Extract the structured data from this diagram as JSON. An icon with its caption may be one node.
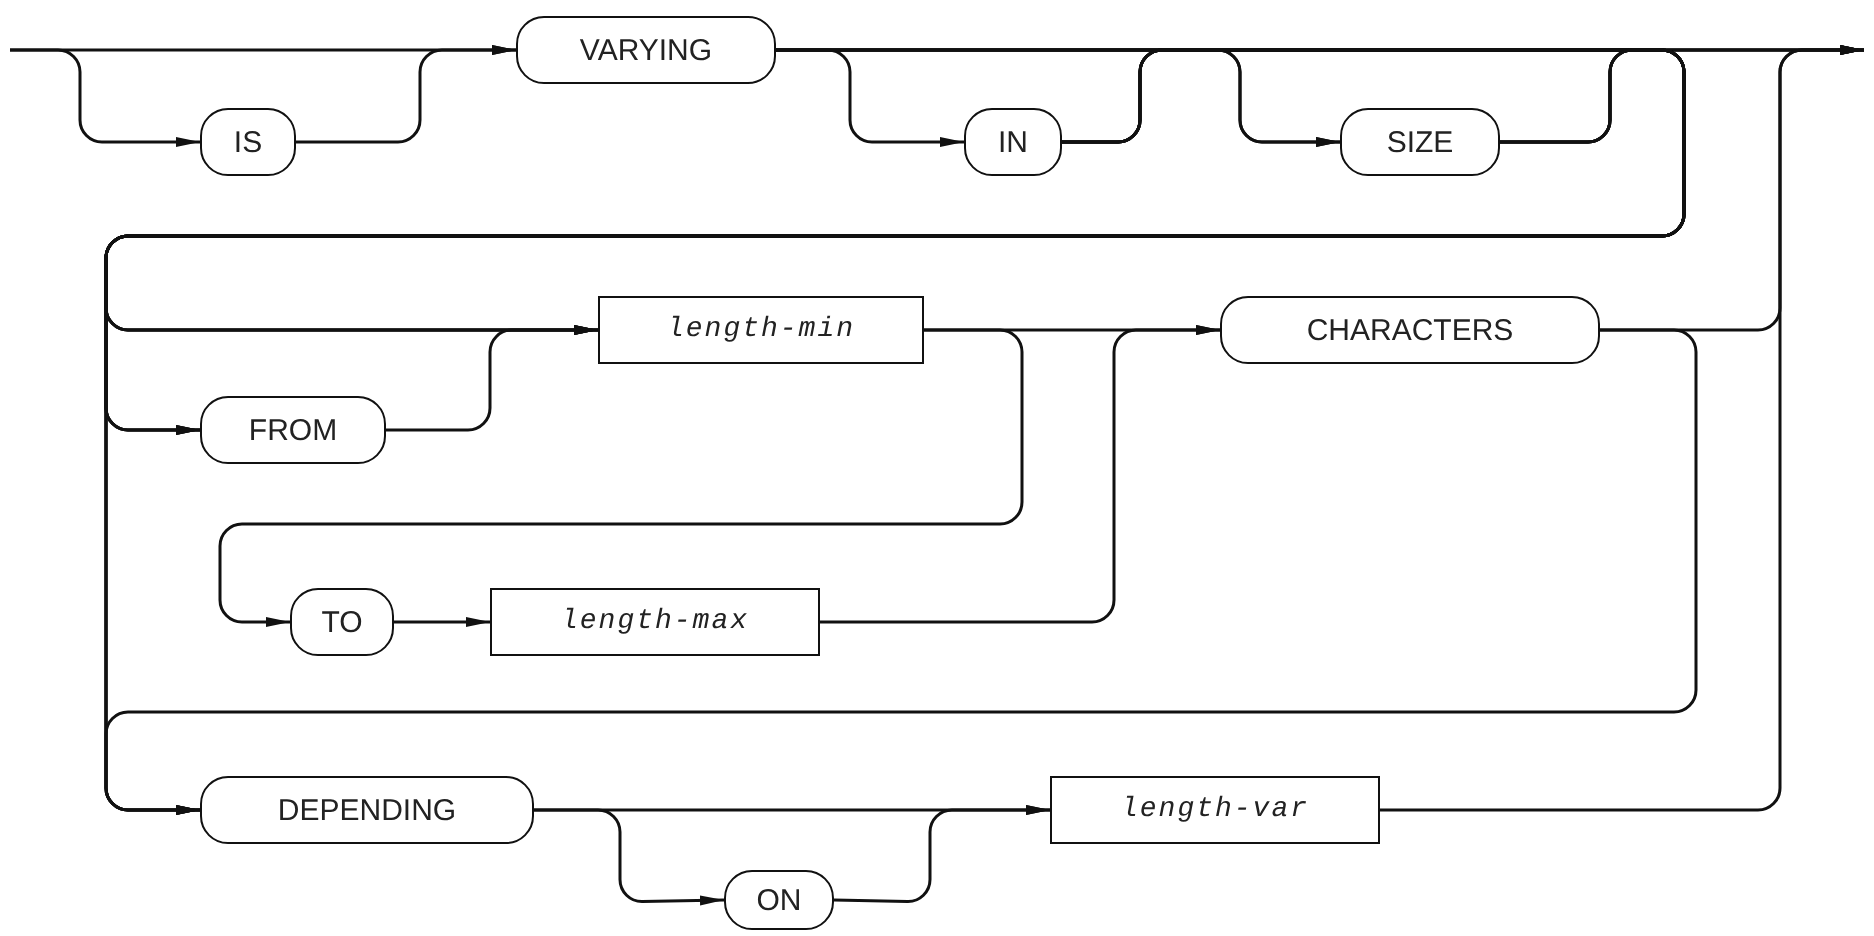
{
  "diagram": {
    "nodes": [
      {
        "text": [
          "IS"
        ]
      },
      {
        "text": [
          "VARYING"
        ]
      },
      {
        "text": [
          "IN"
        ]
      },
      {
        "text": [
          "SIZE"
        ]
      },
      {
        "text": [
          "FROM"
        ]
      },
      {
        "text": [
          "length-min"
        ]
      },
      {
        "text": [
          "CHARACTERS"
        ]
      },
      {
        "text": [
          "TO"
        ]
      },
      {
        "text": [
          "length-max"
        ]
      },
      {
        "text": [
          "DEPENDING"
        ]
      },
      {
        "text": [
          "ON"
        ]
      },
      {
        "text": [
          "length-var"
        ]
      }
    ],
    "edges": [
      {
        "from": null,
        "to": 0,
        "arrow": "to"
      },
      {
        "from": null,
        "to": 1,
        "arrow": "to"
      },
      {
        "from": 0,
        "to": 1,
        "arrow": "to"
      },
      {
        "from": 1,
        "to": 2,
        "arrow": "to"
      },
      {
        "from": 1,
        "to": 3,
        "arrow": "to"
      },
      {
        "from": 2,
        "to": 3,
        "arrow": "to"
      },
      {
        "from": 1,
        "to": null,
        "arrow": "to"
      },
      {
        "from": 2,
        "to": null,
        "arrow": "to"
      },
      {
        "from": 3,
        "to": null,
        "arrow": "to"
      },
      {
        "from": 1,
        "to": 4,
        "arrow": "to"
      },
      {
        "from": 2,
        "to": 4,
        "arrow": "to"
      },
      {
        "from": 3,
        "to": 4,
        "arrow": "to"
      },
      {
        "from": 1,
        "to": 5,
        "arrow": "to"
      },
      {
        "from": 2,
        "to": 5,
        "arrow": "to"
      },
      {
        "from": 3,
        "to": 5,
        "arrow": "to"
      },
      {
        "from": 1,
        "to": 9,
        "arrow": "to"
      },
      {
        "from": 2,
        "to": 9,
        "arrow": "to"
      },
      {
        "from": 3,
        "to": 9,
        "arrow": "to"
      },
      {
        "from": 4,
        "to": 5,
        "arrow": "to"
      },
      {
        "from": 5,
        "to": 6,
        "arrow": "to"
      },
      {
        "from": 5,
        "to": 7,
        "arrow": "to"
      },
      {
        "from": 7,
        "to": 8,
        "arrow": "to"
      },
      {
        "from": 8,
        "to": 6,
        "arrow": "to"
      },
      {
        "from": 6,
        "to": null,
        "arrow": "to"
      },
      {
        "from": 6,
        "to": 9,
        "arrow": "to"
      },
      {
        "from": 9,
        "to": 10,
        "arrow": "to"
      },
      {
        "from": 9,
        "to": 11,
        "arrow": "to"
      },
      {
        "from": 10,
        "to": 11,
        "arrow": "to"
      },
      {
        "from": 11,
        "to": null,
        "arrow": "to"
      }
    ]
  }
}
